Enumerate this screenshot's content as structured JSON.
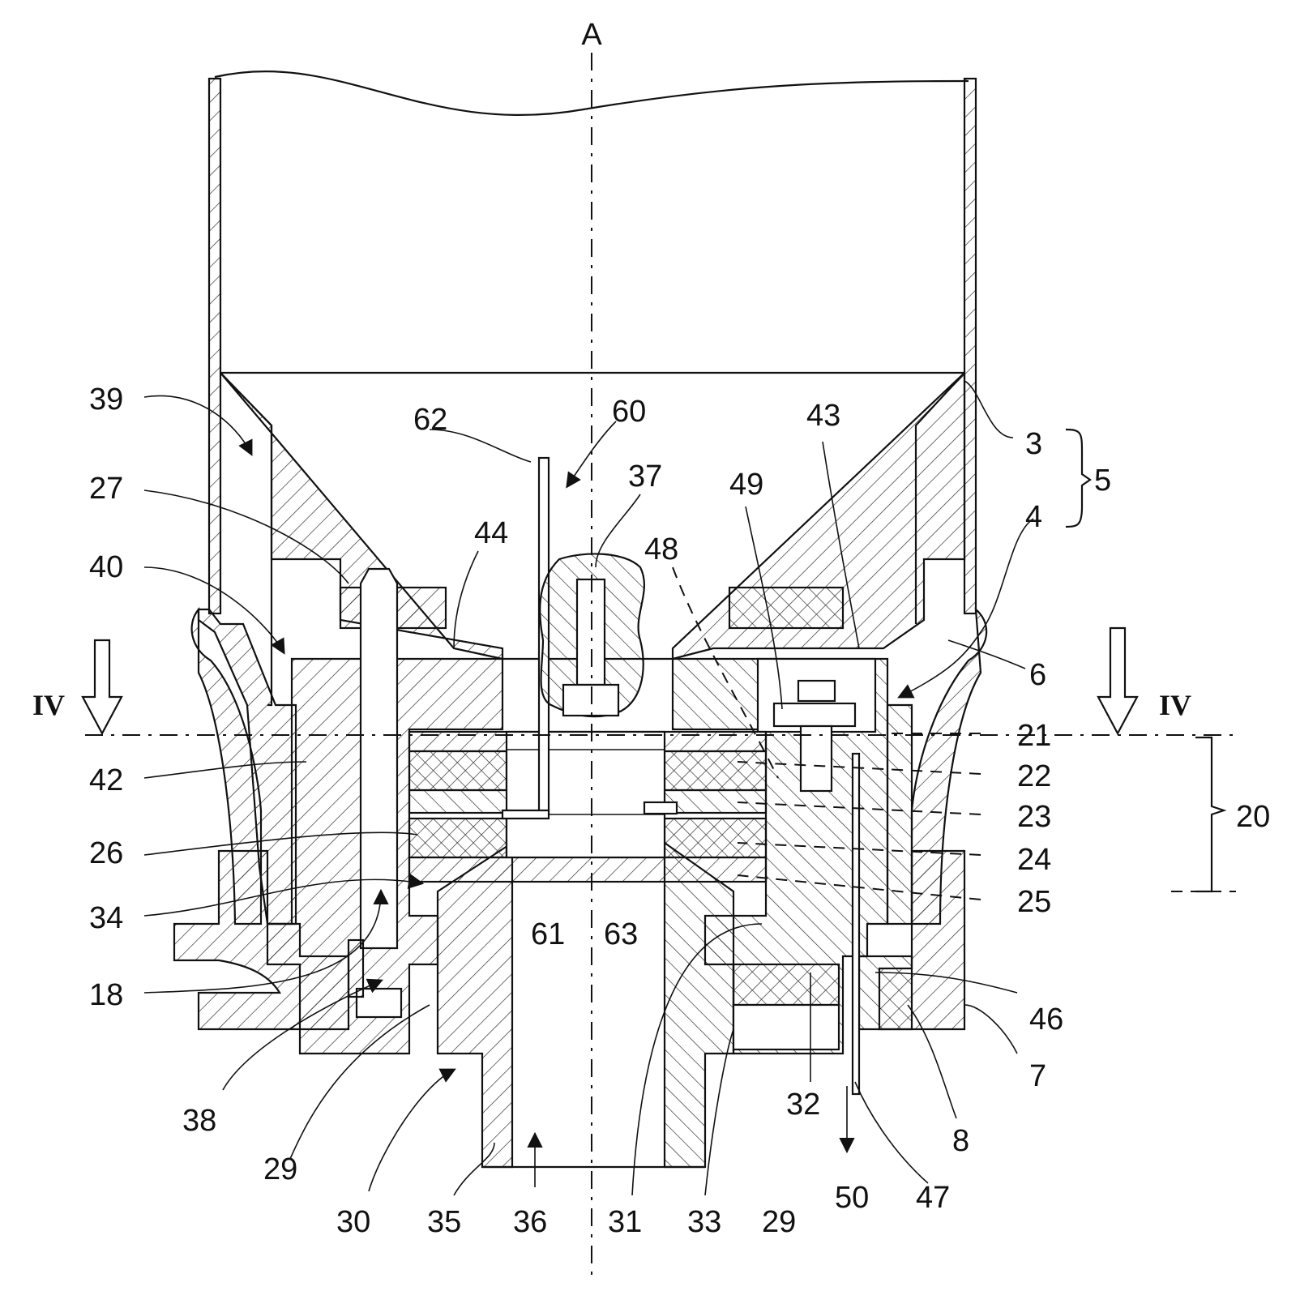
{
  "axis_label": "A",
  "section_marks": {
    "left": "IV",
    "right": "IV"
  },
  "labels": {
    "l39": "39",
    "l27": "27",
    "l40": "40",
    "l42": "42",
    "l26": "26",
    "l34": "34",
    "l18": "18",
    "l38": "38",
    "l29a": "29",
    "l30": "30",
    "l35": "35",
    "l36": "36",
    "l31": "31",
    "l33": "33",
    "l29b": "29",
    "l50": "50",
    "l47": "47",
    "l8": "8",
    "l7": "7",
    "l46": "46",
    "l32": "32",
    "l61": "61",
    "l63": "63",
    "l62": "62",
    "l60": "60",
    "l37": "37",
    "l44": "44",
    "l48": "48",
    "l49": "49",
    "l43": "43",
    "l3": "3",
    "l4": "4",
    "l5": "5",
    "l6": "6",
    "l21": "21",
    "l22": "22",
    "l23": "23",
    "l24": "24",
    "l25": "25",
    "l20": "20"
  }
}
